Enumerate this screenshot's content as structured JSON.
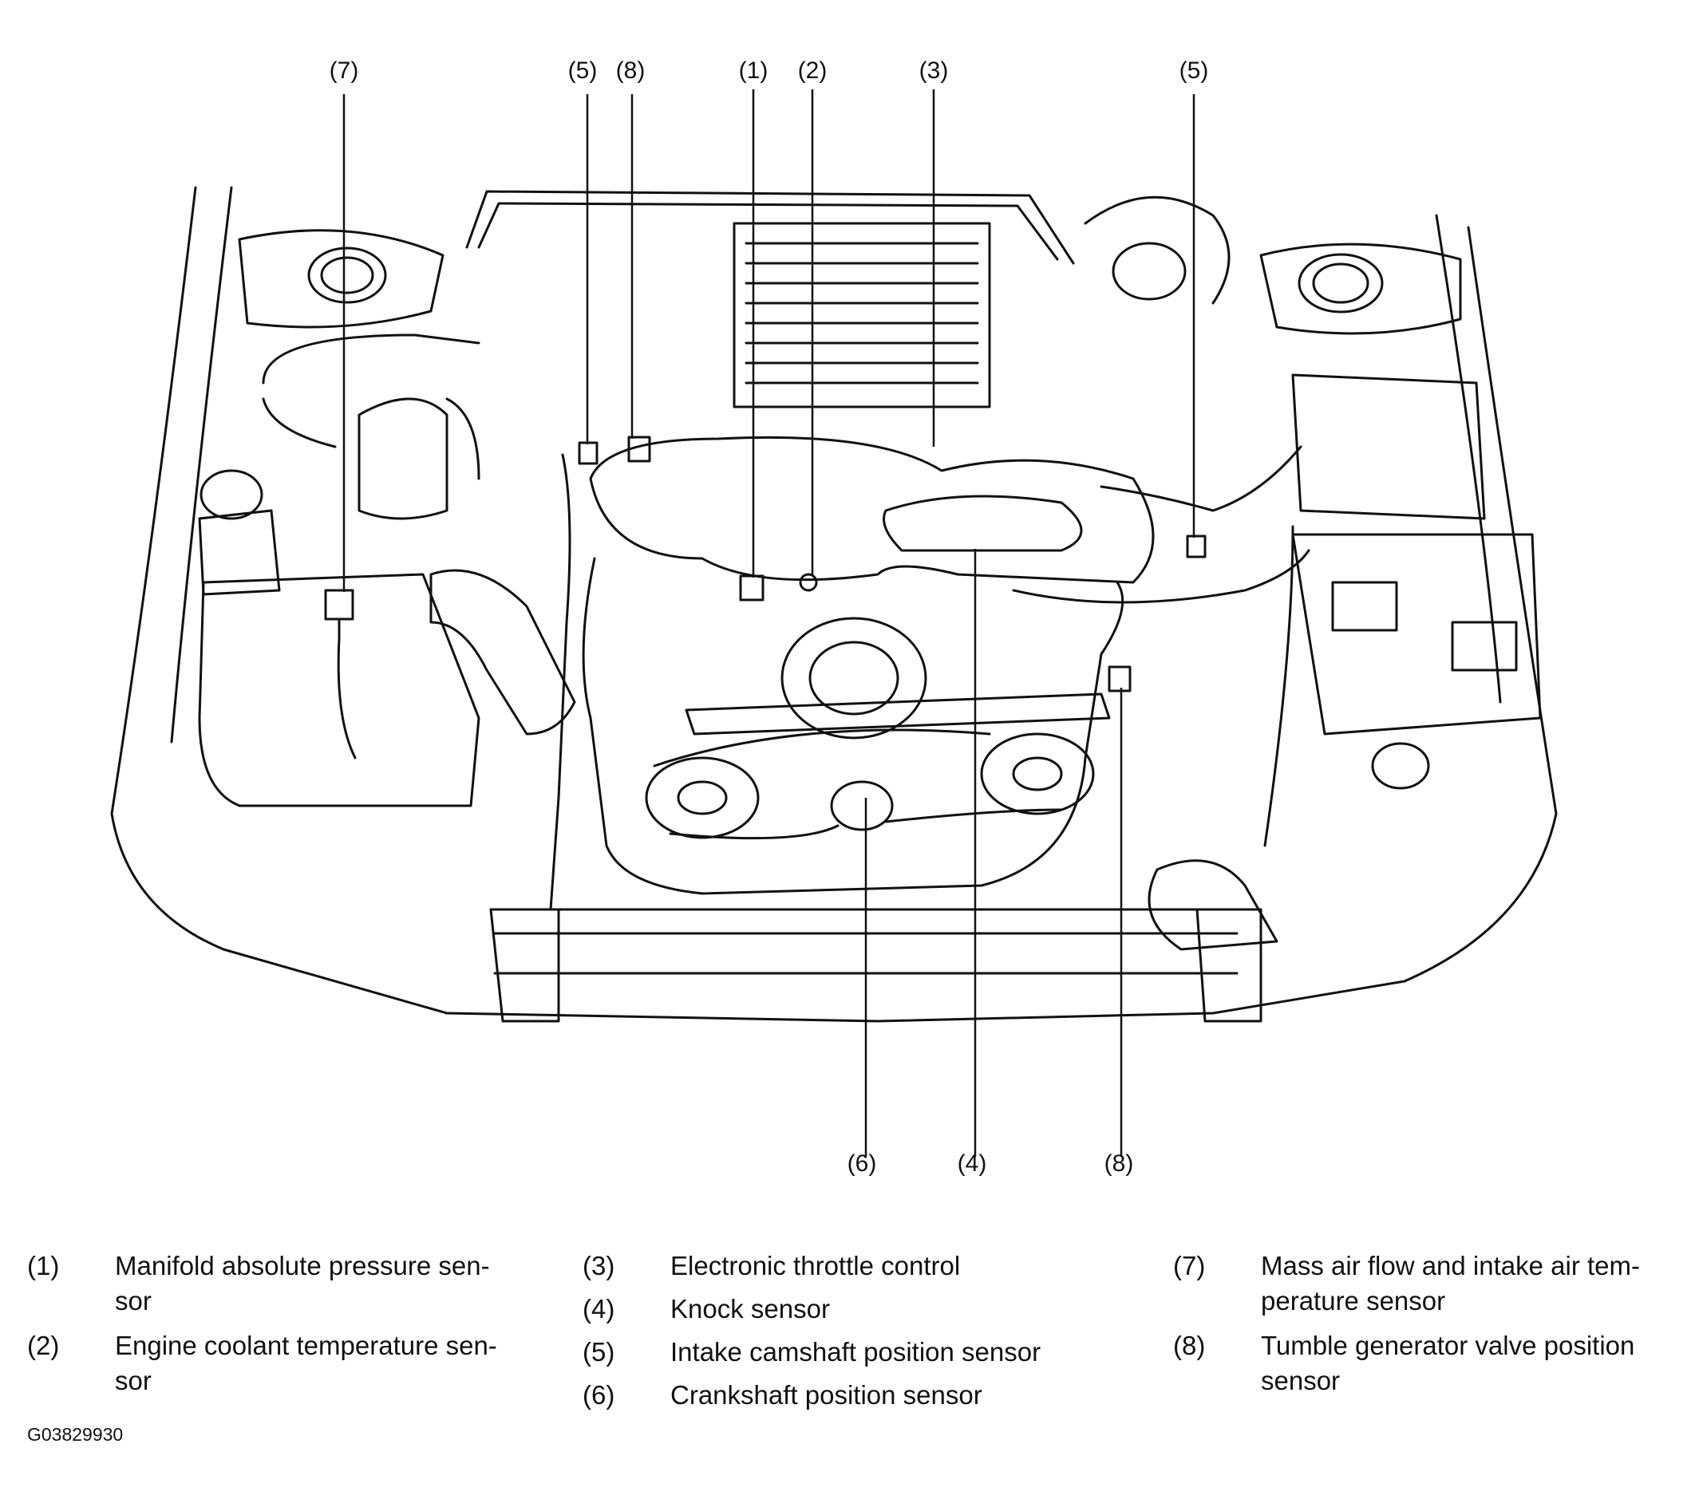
{
  "callouts_top": [
    "(7)",
    "(5)",
    "(8)",
    "(1)",
    "(2)",
    "(3)",
    "(5)"
  ],
  "callouts_bottom": [
    "(6)",
    "(4)",
    "(8)"
  ],
  "legend": {
    "col1": [
      {
        "num": "(1)",
        "text": "Manifold absolute pressure sen-\nsor"
      },
      {
        "num": "(2)",
        "text": "Engine coolant temperature sen-\nsor"
      }
    ],
    "col2": [
      {
        "num": "(3)",
        "text": "Electronic throttle control"
      },
      {
        "num": "(4)",
        "text": "Knock sensor"
      },
      {
        "num": "(5)",
        "text": "Intake camshaft position sensor"
      },
      {
        "num": "(6)",
        "text": "Crankshaft position sensor"
      }
    ],
    "col3": [
      {
        "num": "(7)",
        "text": "Mass air flow and intake air tem-\nperature sensor"
      },
      {
        "num": "(8)",
        "text": "Tumble generator valve position\nsensor"
      }
    ]
  },
  "figure_id": "G03829930"
}
